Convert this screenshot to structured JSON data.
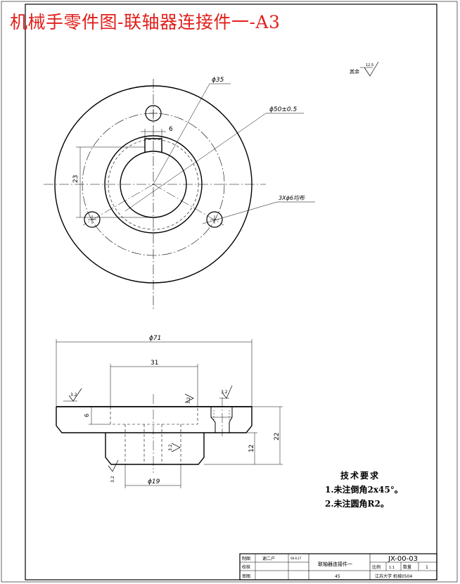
{
  "title": "机械手零件图-联轴器连接件一-A3",
  "dims": {
    "d35": "ϕ35",
    "d50": "ϕ50±0.5",
    "w6": "6",
    "h23": "23",
    "holes": "3Xϕ6均布",
    "d71": "ϕ71",
    "w31": "31",
    "h6": "6",
    "h22": "22",
    "h12": "12",
    "d19": "ϕ19"
  },
  "roughness": {
    "other_label": "其余",
    "other_value": "12.5",
    "r1": "3.2",
    "r2": "3.2",
    "r3": "3.2",
    "r4": "3.2",
    "r5": "3.2"
  },
  "tech": {
    "heading": "技术要求",
    "item1": "1.未注倒角2x45°。",
    "item2": "2.未注圆角R2。"
  },
  "titleblock": {
    "r1c1": "制图",
    "r1c2": "谢二户",
    "r1c3": "08.8.27",
    "r2c1": "校核",
    "r3c1": "审图",
    "part_name": "联轴器连接件一",
    "material": "45",
    "drawing_no": "JX-00-03",
    "scale_label": "比例",
    "scale_value": "1:1",
    "qty_label": "数量",
    "qty_value": "1",
    "school": "江苏大学 机械0504"
  }
}
